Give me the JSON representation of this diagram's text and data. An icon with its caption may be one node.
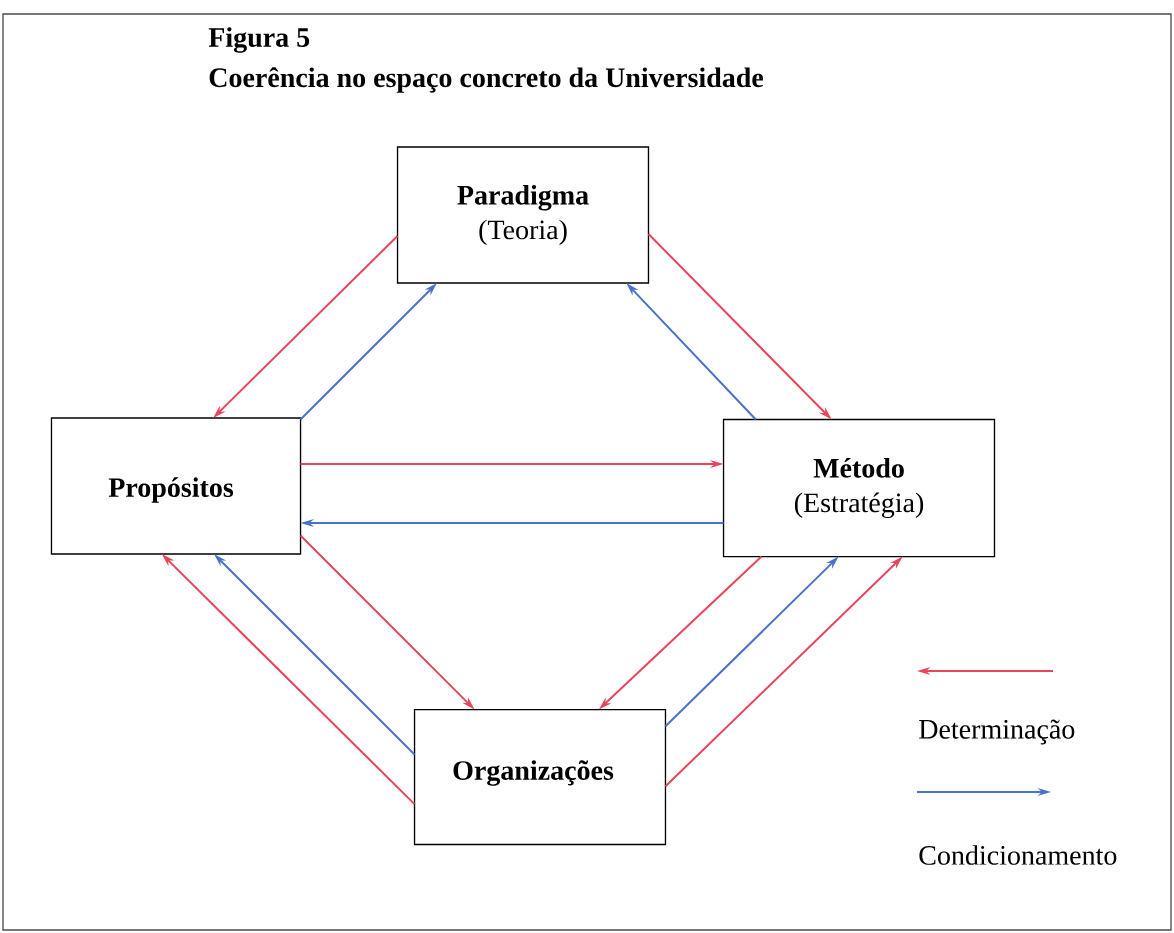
{
  "diagram": {
    "title": "Figura 5",
    "caption": "Coerência no espaço concreto da Universidade",
    "nodes": [
      {
        "text": [
          "Paradigma",
          "(Teoria)"
        ]
      },
      {
        "text": [
          "Propósitos"
        ]
      },
      {
        "text": [
          "Método",
          "(Estratégia)"
        ]
      },
      {
        "text": [
          "Organizações"
        ]
      }
    ],
    "edges": [
      {
        "from": 0,
        "to": 1,
        "arrow": "to",
        "color": "#e8455a"
      },
      {
        "from": 1,
        "to": 0,
        "arrow": "to",
        "color": "#4a72c8"
      },
      {
        "from": 0,
        "to": 2,
        "arrow": "to",
        "color": "#e8455a"
      },
      {
        "from": 2,
        "to": 0,
        "arrow": "to",
        "color": "#4a72c8"
      },
      {
        "from": 1,
        "to": 2,
        "arrow": "to",
        "color": "#e8455a"
      },
      {
        "from": 2,
        "to": 1,
        "arrow": "to",
        "color": "#4a72c8"
      },
      {
        "from": 1,
        "to": 3,
        "arrow": "to",
        "color": "#e8455a"
      },
      {
        "from": 3,
        "to": 1,
        "arrow": "to",
        "color": "#4a72c8"
      },
      {
        "from": 3,
        "to": 1,
        "arrow": "to",
        "color": "#e8455a"
      },
      {
        "from": 2,
        "to": 3,
        "arrow": "to",
        "color": "#e8455a"
      },
      {
        "from": 3,
        "to": 2,
        "arrow": "to",
        "color": "#4a72c8"
      },
      {
        "from": 3,
        "to": 2,
        "arrow": "to",
        "color": "#e8455a"
      }
    ],
    "legend": [
      {
        "text": "Determinação"
      },
      {
        "text": "Condicionamento"
      }
    ]
  }
}
